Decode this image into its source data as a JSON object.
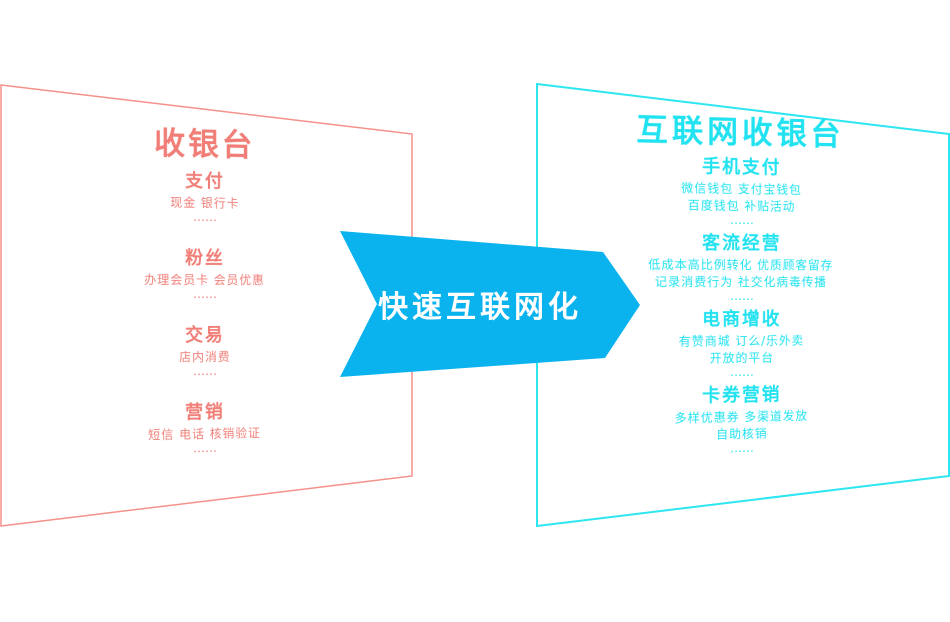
{
  "colors": {
    "left_accent": "#f07d76",
    "right_accent": "#20e2f0",
    "arrow_fill": "#0ab3ee",
    "arrow_text": "#ffffff"
  },
  "left_panel": {
    "title": "收银台",
    "sections": [
      {
        "title": "支付",
        "lines": [
          "现金 银行卡"
        ],
        "more": "……"
      },
      {
        "title": "粉丝",
        "lines": [
          "办理会员卡 会员优惠"
        ],
        "more": "……"
      },
      {
        "title": "交易",
        "lines": [
          "店内消费"
        ],
        "more": "……"
      },
      {
        "title": "营销",
        "lines": [
          "短信 电话 核销验证"
        ],
        "more": "……"
      }
    ]
  },
  "arrow": {
    "label": "快速互联网化",
    "icon": "chevron-arrow-right"
  },
  "right_panel": {
    "title": "互联网收银台",
    "sections": [
      {
        "title": "手机支付",
        "lines": [
          "微信钱包 支付宝钱包",
          "百度钱包 补贴活动"
        ],
        "more": "……"
      },
      {
        "title": "客流经营",
        "lines": [
          "低成本高比例转化 优质顾客留存",
          "记录消费行为 社交化病毒传播"
        ],
        "more": "……"
      },
      {
        "title": "电商增收",
        "lines": [
          "有赞商城 订么/乐外卖",
          "开放的平台"
        ],
        "more": "……"
      },
      {
        "title": "卡券营销",
        "lines": [
          "多样优惠券 多渠道发放",
          "自助核销"
        ],
        "more": "……"
      }
    ]
  }
}
